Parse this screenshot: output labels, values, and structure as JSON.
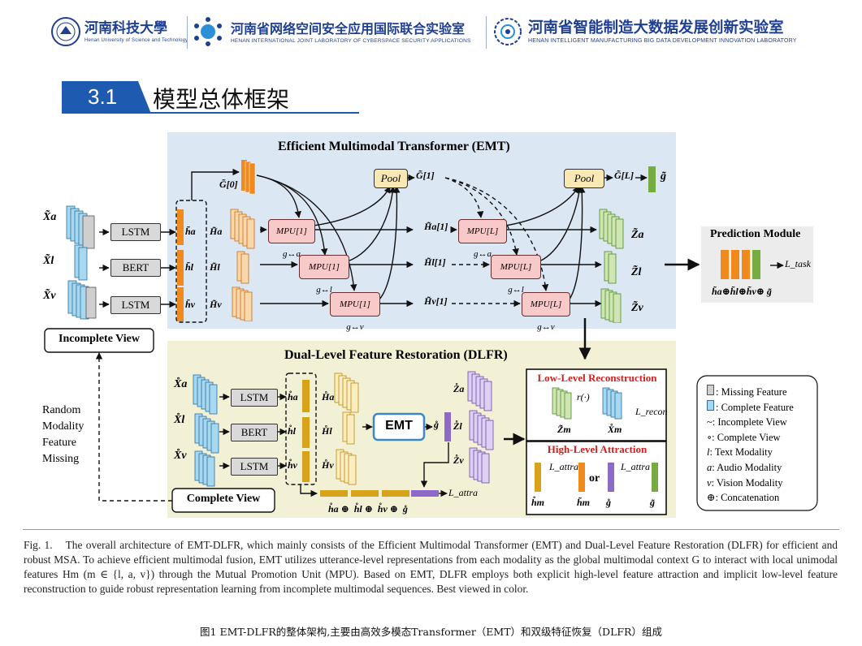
{
  "header": {
    "logos": [
      {
        "icon": "university-seal-icon",
        "cn": "河南科技大學",
        "en": "Henan University of Science and Technology"
      },
      {
        "icon": "cyber-lab-icon",
        "cn": "河南省网络空间安全应用国际联合实验室",
        "en": "HENAN INTERNATIONAL JOINT LABORATORY OF CYBERSPACE SECURITY APPLICATIONS"
      },
      {
        "icon": "manufacturing-lab-icon",
        "cn": "河南省智能制造大数据发展创新实验室",
        "en": "HENAN INTELLIGENT MANUFACTURING BIG DATA DEVELOPMENT INNOVATION LABORATORY"
      }
    ]
  },
  "section": {
    "number": "3.1",
    "title": "模型总体框架"
  },
  "diagram": {
    "emt_title": "Efficient Multimodal Transformer (EMT)",
    "dlfr_title": "Dual-Level Feature Restoration (DLFR)",
    "prediction_title": "Prediction Module",
    "incomplete_view": "Incomplete View",
    "complete_view": "Complete View",
    "random_missing": [
      "Random",
      "Modality",
      "Feature",
      "Missing"
    ],
    "encoders": [
      "LSTM",
      "BERT",
      "LSTM"
    ],
    "pool": "Pool",
    "emt_box": "EMT",
    "low_level": "Low-Level Reconstruction",
    "high_level": "High-Level Attraction",
    "or": "or",
    "inputs_top": [
      "X̃a",
      "X̃l",
      "X̃v"
    ],
    "inputs_bottom": [
      "X̊a",
      "X̊l",
      "X̊v"
    ],
    "h_top": [
      "h̃a",
      "h̃l",
      "h̃v"
    ],
    "H_top": [
      "H̃a",
      "H̃l",
      "H̃v"
    ],
    "h_bottom": [
      "h̊a",
      "h̊l",
      "h̊v"
    ],
    "H_bottom": [
      "H̊a",
      "H̊l",
      "H̊v"
    ],
    "H_mid": [
      "H̃a[1]",
      "H̃l[1]",
      "H̃v[1]"
    ],
    "Z_top": [
      "Z̃a",
      "Z̃l",
      "Z̃v"
    ],
    "Z_bottom": [
      "Z̊a",
      "Z̊l",
      "Z̊v"
    ],
    "mpu1": [
      "MPU[1] g↔a",
      "MPU[1] g↔l",
      "MPU[1] g↔v"
    ],
    "mpuL": [
      "MPU[L] g↔a",
      "MPU[L] g↔l",
      "MPU[L] g↔v"
    ],
    "G0": "G̃[0]",
    "G1": "G̃[1]",
    "GL": "G̃[L]",
    "g": "g̃",
    "g_ring": "g̊",
    "loss_task": "L_task",
    "loss_recon": "L_recon",
    "loss_attra": "L_attra",
    "r_func": "r(·)",
    "Zm": "Z̃m",
    "Xm": "X̊m",
    "hm_ring": "h̊m",
    "hm_tilde": "h̃m",
    "pred_concat": "h̃a⊕h̃l⊕h̃v⊕ g̃",
    "dlfr_concat": "h̊a ⊕  h̊l ⊕  h̊v ⊕  g̊",
    "legend": [
      {
        "symbol": "▯",
        "text": ": Missing Feature"
      },
      {
        "symbol": "▯",
        "text": ": Complete Feature"
      },
      {
        "symbol": "~",
        "text": ": Incomplete View"
      },
      {
        "symbol": "∘",
        "text": ": Complete View"
      },
      {
        "symbol": "l",
        "text": ": Text Modality"
      },
      {
        "symbol": "a",
        "text": ": Audio Modality"
      },
      {
        "symbol": "v",
        "text": ": Vision Modality"
      },
      {
        "symbol": "⊕",
        "text": ": Concatenation"
      }
    ],
    "colors": {
      "emt_bg": "#dbe7f3",
      "dlfr_bg": "#f2f1d6",
      "orange": "#f08a1c",
      "green": "#77ac43",
      "purple": "#8e6ac8",
      "yellow": "#d8a21a",
      "blue_cube": "#9fd3ef",
      "mpu": "#f8c9c9",
      "pool": "#fae8b4",
      "red_title": "#d41f1f"
    }
  },
  "caption": {
    "fig": "Fig. 1.",
    "text": "The overall architecture of EMT-DLFR, which mainly consists of the Efficient Multimodal Transformer (EMT) and Dual-Level Feature Restoration (DLFR) for efficient and robust MSA. To achieve efficient multimodal fusion, EMT utilizes utterance-level representations from each modality as the global multimodal context G to interact with local unimodal features Hm (m ∈ {l, a, v}) through the Mutual Promotion Unit (MPU). Based on EMT, DLFR employs both explicit high-level feature attraction and implicit low-level feature reconstruction to guide robust representation learning from incomplete multimodal sequences. Best viewed in color.",
    "cn": "图1  EMT-DLFR的整体架构,主要由高效多模态Transformer（EMT）和双级特征恢复（DLFR）组成"
  }
}
